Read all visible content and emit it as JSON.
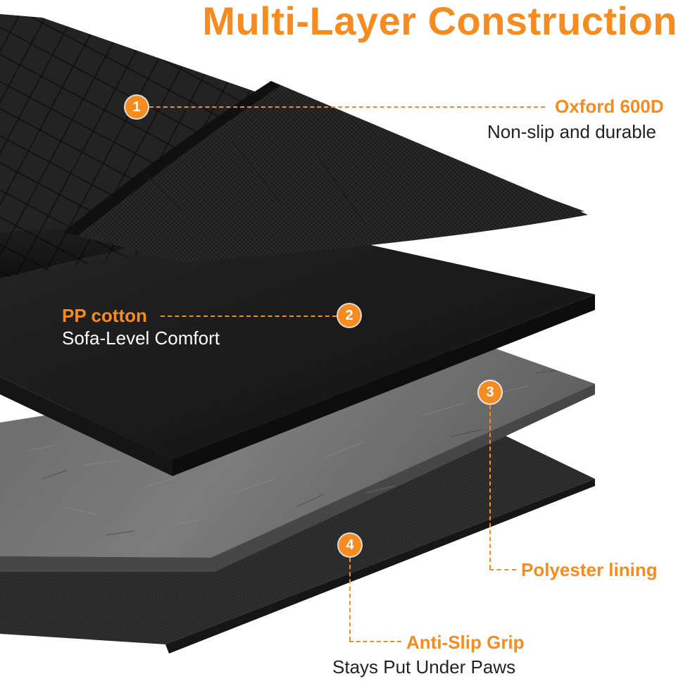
{
  "title": "Multi-Layer Construction",
  "colors": {
    "accent": "#f68b1f",
    "text_dark": "#222222",
    "text_light": "#ffffff"
  },
  "layers": [
    {
      "number": "1",
      "name": "Oxford 600D",
      "description": "Non-slip and durable"
    },
    {
      "number": "2",
      "name": "PP cotton",
      "description": "Sofa-Level Comfort"
    },
    {
      "number": "3",
      "name": "Polyester lining",
      "description": ""
    },
    {
      "number": "4",
      "name": "Anti-Slip Grip",
      "description": "Stays Put Under Paws"
    }
  ]
}
